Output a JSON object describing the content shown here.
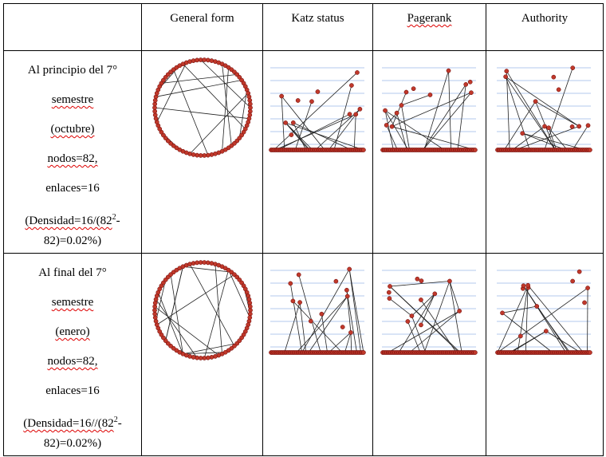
{
  "headers": [
    "",
    "General form",
    "Katz status",
    "Pagerank",
    "Authority"
  ],
  "rows": [
    {
      "line1": "Al principio del 7°",
      "line2": "semestre",
      "line3": "(octubre)",
      "line4": "nodos=82,",
      "line5": "enlaces=16",
      "dens_a": "(Densidad=16/(82",
      "dens_sup": "2",
      "dens_b": "-",
      "dens_c": "82)=0.02%)"
    },
    {
      "line1": "Al final del 7°",
      "line2": "semestre",
      "line3": "(enero)",
      "line4": "nodos=82,",
      "line5": "enlaces=16",
      "dens_a": "(Densidad=16//(82",
      "dens_sup": "2",
      "dens_b": "-",
      "dens_c": "82)=0.02%)"
    }
  ],
  "colors": {
    "node": "#c0392b",
    "edge": "#222222",
    "grid": "#9ab8e8"
  }
}
